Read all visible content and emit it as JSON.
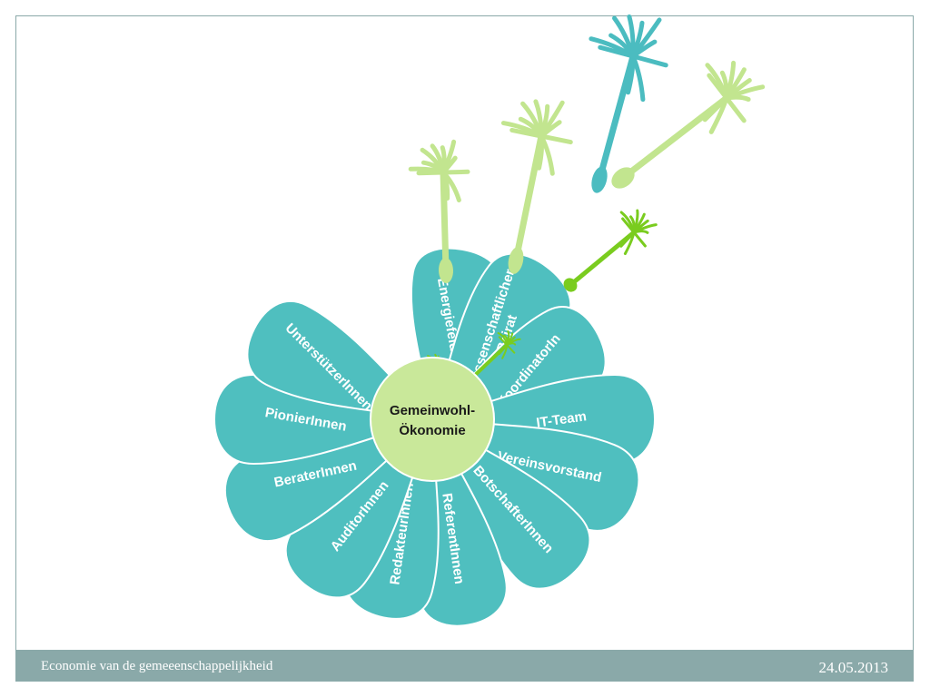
{
  "diagram": {
    "center": {
      "line1": "Gemeinwohl-",
      "line2": "Ökonomie",
      "color": "#c9e89a"
    },
    "petal_color": "#4fbfbf",
    "petals": [
      {
        "lines": [
          "Energiefelder"
        ]
      },
      {
        "lines": [
          "Wissenschaftlicher",
          "Beirat"
        ]
      },
      {
        "lines": [
          "KoordinatorIn"
        ]
      },
      {
        "lines": [
          "IT-Team"
        ]
      },
      {
        "lines": [
          "Vereinsvorstand"
        ]
      },
      {
        "lines": [
          "BotschafterInnen"
        ]
      },
      {
        "lines": [
          "ReferentInnen"
        ]
      },
      {
        "lines": [
          "RedakteurInnen"
        ]
      },
      {
        "lines": [
          "AuditorInnen"
        ]
      },
      {
        "lines": [
          "BeraterInnen"
        ]
      },
      {
        "lines": [
          "PionierInnen"
        ]
      },
      {
        "lines": [
          "UnterstützerInnen"
        ]
      }
    ],
    "seed_colors": {
      "light_green": "#c2e58f",
      "bright_green": "#7acc1f",
      "teal": "#4bbcc0"
    }
  },
  "footer": {
    "title": "Economie van de gemeeenschappelijkheid",
    "date": "24.05.2013"
  }
}
